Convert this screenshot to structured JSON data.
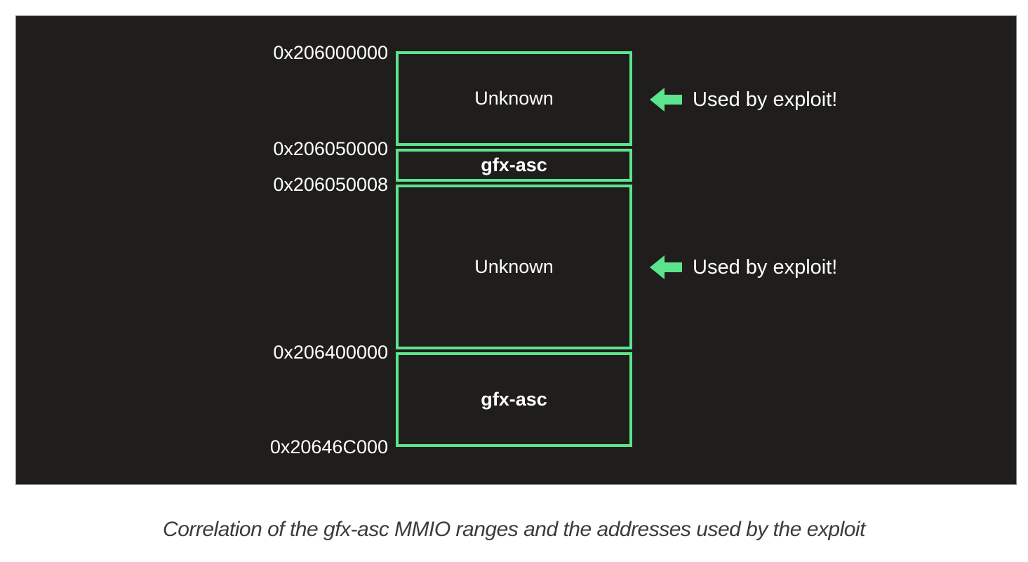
{
  "diagram": {
    "addresses": [
      "0x206000000",
      "0x206050000",
      "0x206050008",
      "0x206400000",
      "0x20646C000"
    ],
    "segments": [
      {
        "label": "Unknown",
        "style": "normal",
        "used_by_exploit": true
      },
      {
        "label": "gfx-asc",
        "style": "bold",
        "used_by_exploit": false
      },
      {
        "label": "Unknown",
        "style": "normal",
        "used_by_exploit": true
      },
      {
        "label": "gfx-asc",
        "style": "bold",
        "used_by_exploit": false
      }
    ],
    "annotation_label": "Used by exploit!",
    "colors": {
      "accent_green": "#5ce48c",
      "panel_background": "#1f1e1c",
      "diagram_text": "#ffffff",
      "caption_text": "#3b3b3b"
    }
  },
  "caption": {
    "text": "Correlation of the gfx-asc MMIO ranges and the addresses used by the exploit"
  }
}
